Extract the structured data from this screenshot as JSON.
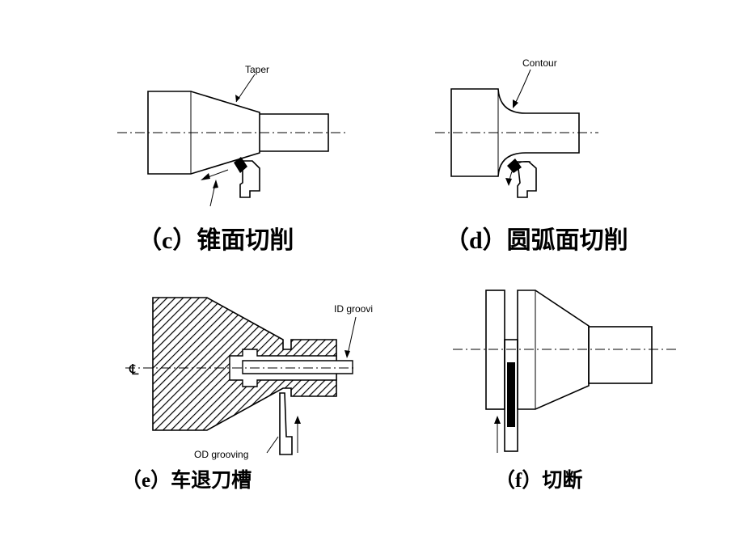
{
  "panels": {
    "c": {
      "label": "Taper",
      "caption": "（c）锥面切削"
    },
    "d": {
      "label": "Contour",
      "caption": "（d）圆弧面切削"
    },
    "e": {
      "label_id": "ID groovi",
      "label_od": "OD grooving",
      "caption": "（e）车退刀槽"
    },
    "f": {
      "caption": "（f）切断"
    }
  }
}
